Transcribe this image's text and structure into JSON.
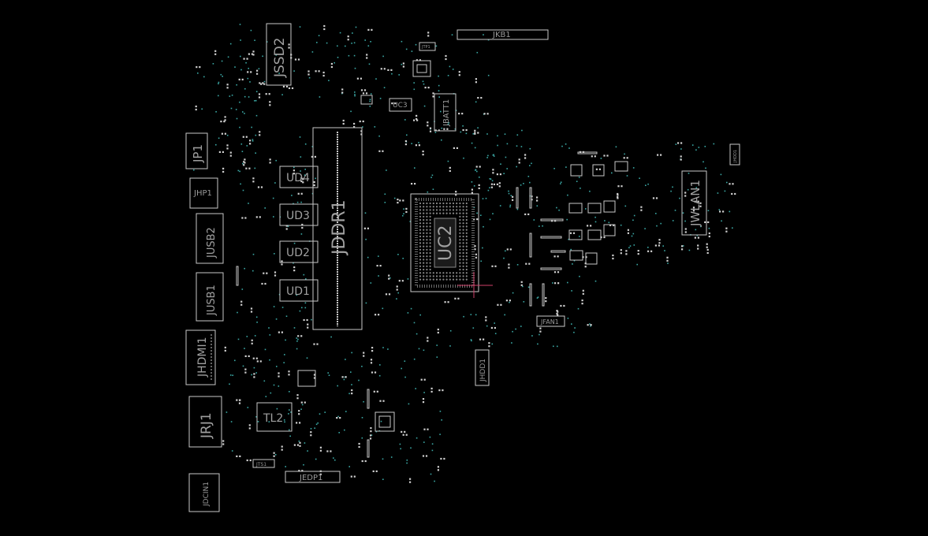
{
  "board": {
    "background_color": "#000000",
    "outline_color": "#c8c8c8",
    "label_color": "#9a9a9a",
    "via_color": "#3aa7a4",
    "crosshair_color": "#d0406a"
  },
  "labels": {
    "jssd2": "JSSD2",
    "jkb1": "JKB1",
    "jtp1": "JTP1",
    "uc3": "UC3",
    "jbatt1": "JBATT1",
    "jp1": "JP1",
    "jhp1": "JHP1",
    "jusb2": "JUSB2",
    "jusb1": "JUSB1",
    "jhdmi1": "JHDMI1",
    "jrj1": "JRJ1",
    "jdcin1": "JDCIN1",
    "ud4": "UD4",
    "ud3": "UD3",
    "ud2": "UD2",
    "ud1": "UD1",
    "jddr1": "JDDR1",
    "uc2": "UC2",
    "jwlan1": "JWLAN1",
    "jfan1": "JFAN1",
    "jhdd1": "JHDD1",
    "tl2": "TL2",
    "jts1": "JTS1",
    "jedp1": "JEDP1",
    "jhdd_small": "JHDD1"
  }
}
